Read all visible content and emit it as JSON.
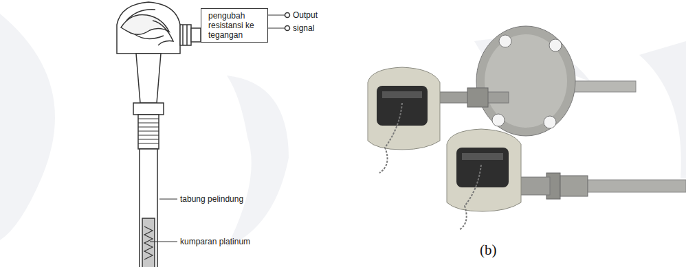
{
  "diagram": {
    "nodes": [
      {
        "text": [
          "pengubah resistansi ke tegangan"
        ]
      }
    ],
    "labels": [
      "Output",
      "signal",
      "tabung pelindung",
      "kumparan platinum",
      "(b)"
    ]
  }
}
